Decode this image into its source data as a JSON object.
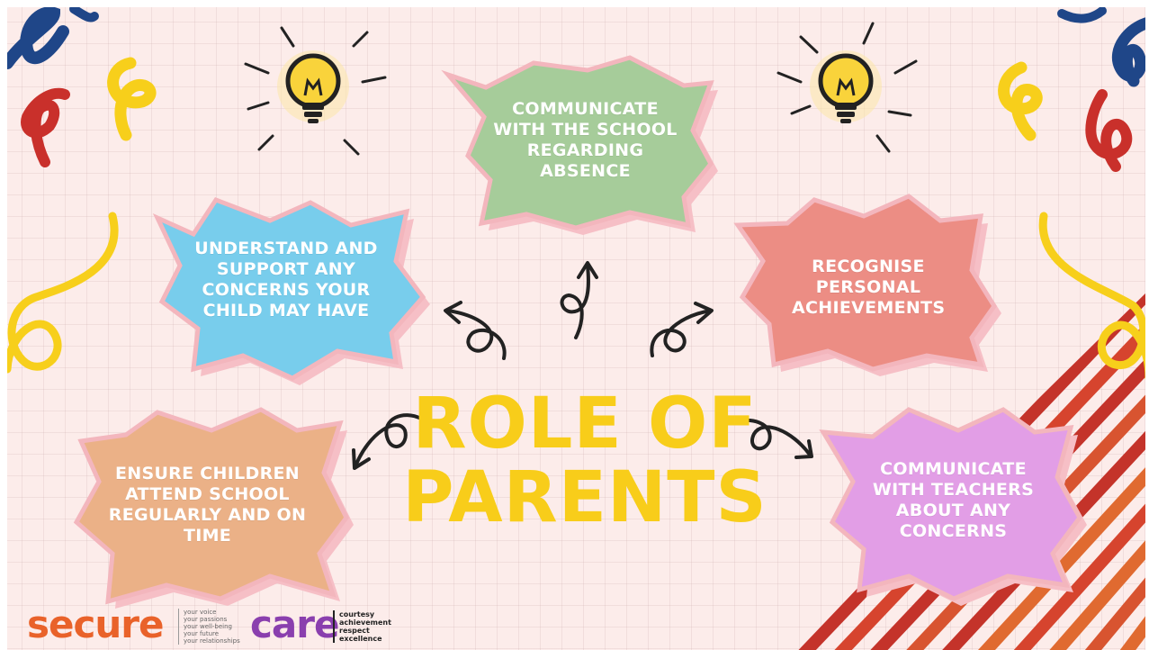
{
  "title": "ROLE OF PARENTS",
  "bursts": {
    "absence": "COMMUNICATE WITH THE SCHOOL REGARDING ABSENCE",
    "concerns": "UNDERSTAND AND SUPPORT ANY CONCERNS YOUR CHILD MAY HAVE",
    "achievements": "RECOGNISE PERSONAL ACHIEVEMENTS",
    "attendance": "ENSURE CHILDREN ATTEND SCHOOL REGULARLY AND ON TIME",
    "teachers": "COMMUNICATE WITH TEACHERS ABOUT ANY CONCERNS"
  },
  "logos": {
    "secure": "secure",
    "secure_tagline": [
      "your voice",
      "your passions",
      "your well-being",
      "your future",
      "your relationships"
    ],
    "care": "care",
    "care_tagline": [
      "courtesy",
      "achievement",
      "respect",
      "excellence"
    ]
  },
  "colors": {
    "absence": "#a6cc9a",
    "concerns": "#78cdec",
    "achievements": "#ec8d84",
    "attendance": "#ebb187",
    "teachers": "#e29ee6",
    "burst_shadow": "#f6bfc6",
    "title": "#f8cd1a"
  },
  "icons": [
    "lightbulb-icon",
    "curly-arrow-icon",
    "squiggle-decoration",
    "diagonal-stripes-decoration"
  ]
}
